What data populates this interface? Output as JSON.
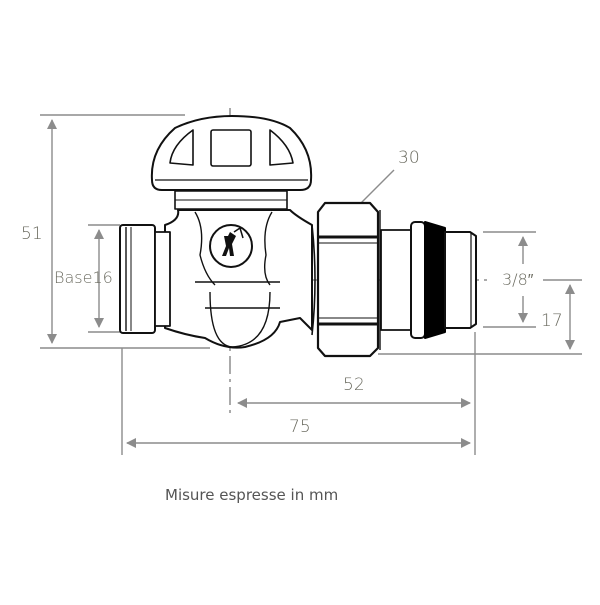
{
  "diagram": {
    "subject": "radiator valve technical drawing",
    "units_caption": "Misure espresse in mm",
    "dimensions": {
      "overall_height": {
        "label": "51",
        "value": 51,
        "unit": "mm"
      },
      "inlet_base": {
        "label": "Base16",
        "value": 16,
        "unit": "mm"
      },
      "nut_size": {
        "label": "30",
        "value": 30,
        "unit": "mm"
      },
      "outlet_thread": {
        "label": "3/8″",
        "value": "3/8\"",
        "unit": "in"
      },
      "outlet_axis_height": {
        "label": "17",
        "value": 17,
        "unit": "mm"
      },
      "axis_to_outlet_length": {
        "label": "52",
        "value": 52,
        "unit": "mm"
      },
      "overall_length": {
        "label": "75",
        "value": 75,
        "unit": "mm"
      }
    },
    "colors": {
      "dimension_line": "#8c8c8c",
      "dimension_text": "#6b6b60",
      "drawing_line": "#111111",
      "seal_band": "#000000",
      "background": "#ffffff"
    }
  }
}
